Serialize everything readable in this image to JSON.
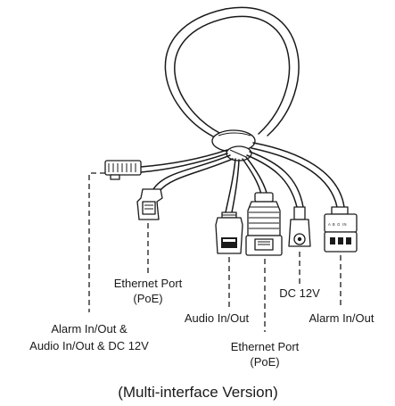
{
  "labels": {
    "ethernet_left_line1": "Ethernet Port",
    "ethernet_left_line2": "(PoE)",
    "dc12v": "DC 12V",
    "audio": "Audio In/Out",
    "alarm": "Alarm In/Out",
    "combo_line1": "Alarm In/Out &",
    "combo_line2": "Audio In/Out & DC 12V",
    "ethernet_bottom_line1": "Ethernet Port",
    "ethernet_bottom_line2": "(PoE)"
  },
  "connector_marks": {
    "alarm_block_text": "A B G IN"
  },
  "caption": "(Multi-interface Version)"
}
